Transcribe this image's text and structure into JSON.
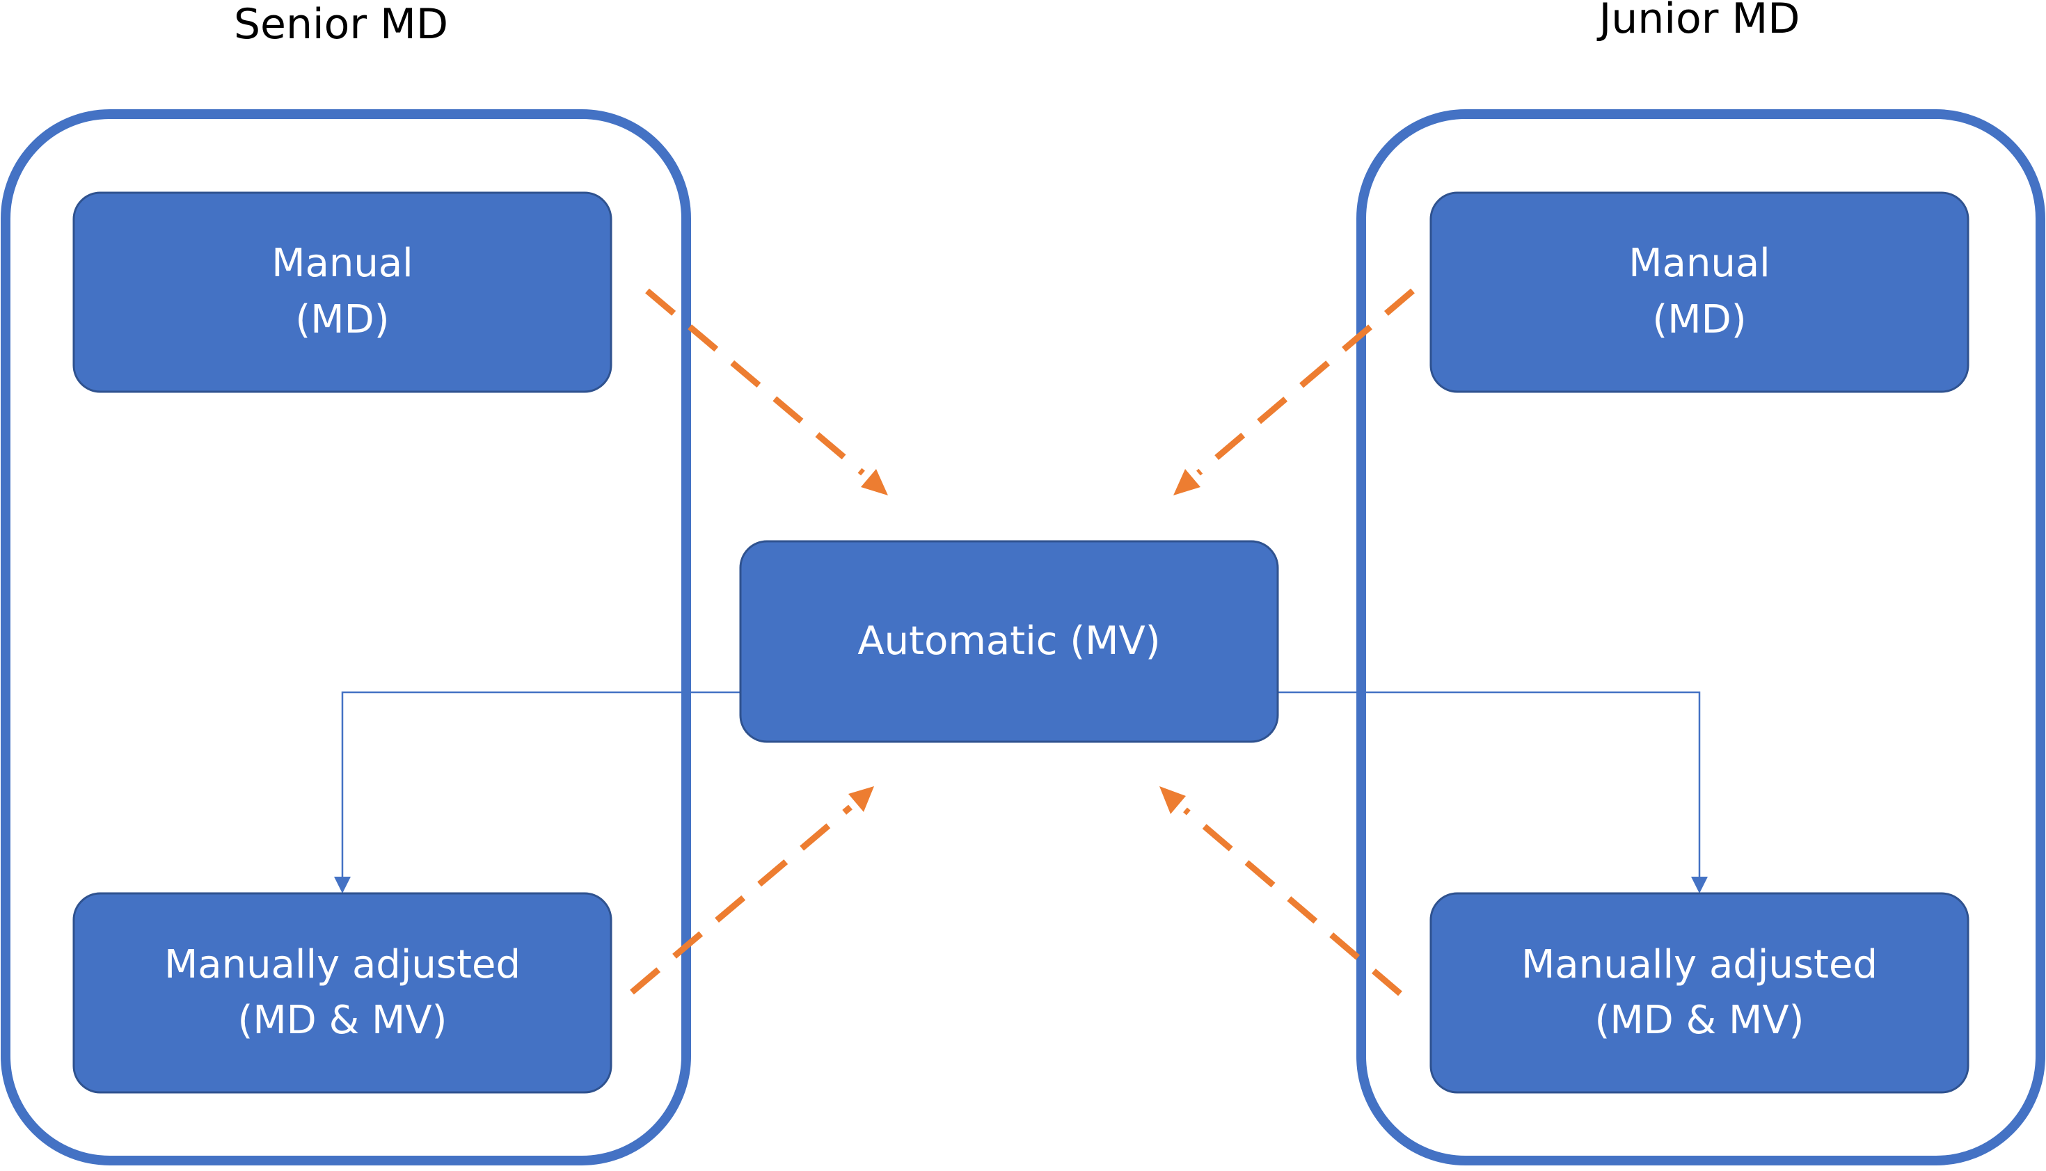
{
  "groups": {
    "senior": {
      "title": "Senior MD",
      "manual": {
        "line1": "Manual",
        "line2": "(MD)"
      },
      "adjusted": {
        "line1": "Manually adjusted",
        "line2": "(MD & MV)"
      }
    },
    "junior": {
      "title": "Junior MD",
      "manual": {
        "line1": "Manual",
        "line2": "(MD)"
      },
      "adjusted": {
        "line1": "Manually adjusted",
        "line2": "(MD & MV)"
      }
    }
  },
  "center": {
    "label": "Automatic (MV)"
  },
  "colors": {
    "box_fill": "#4472C4",
    "box_border": "#2F528F",
    "frame": "#4472C4",
    "dashed_arrow": "#ED7D31",
    "box_text": "#FFFFFF"
  }
}
